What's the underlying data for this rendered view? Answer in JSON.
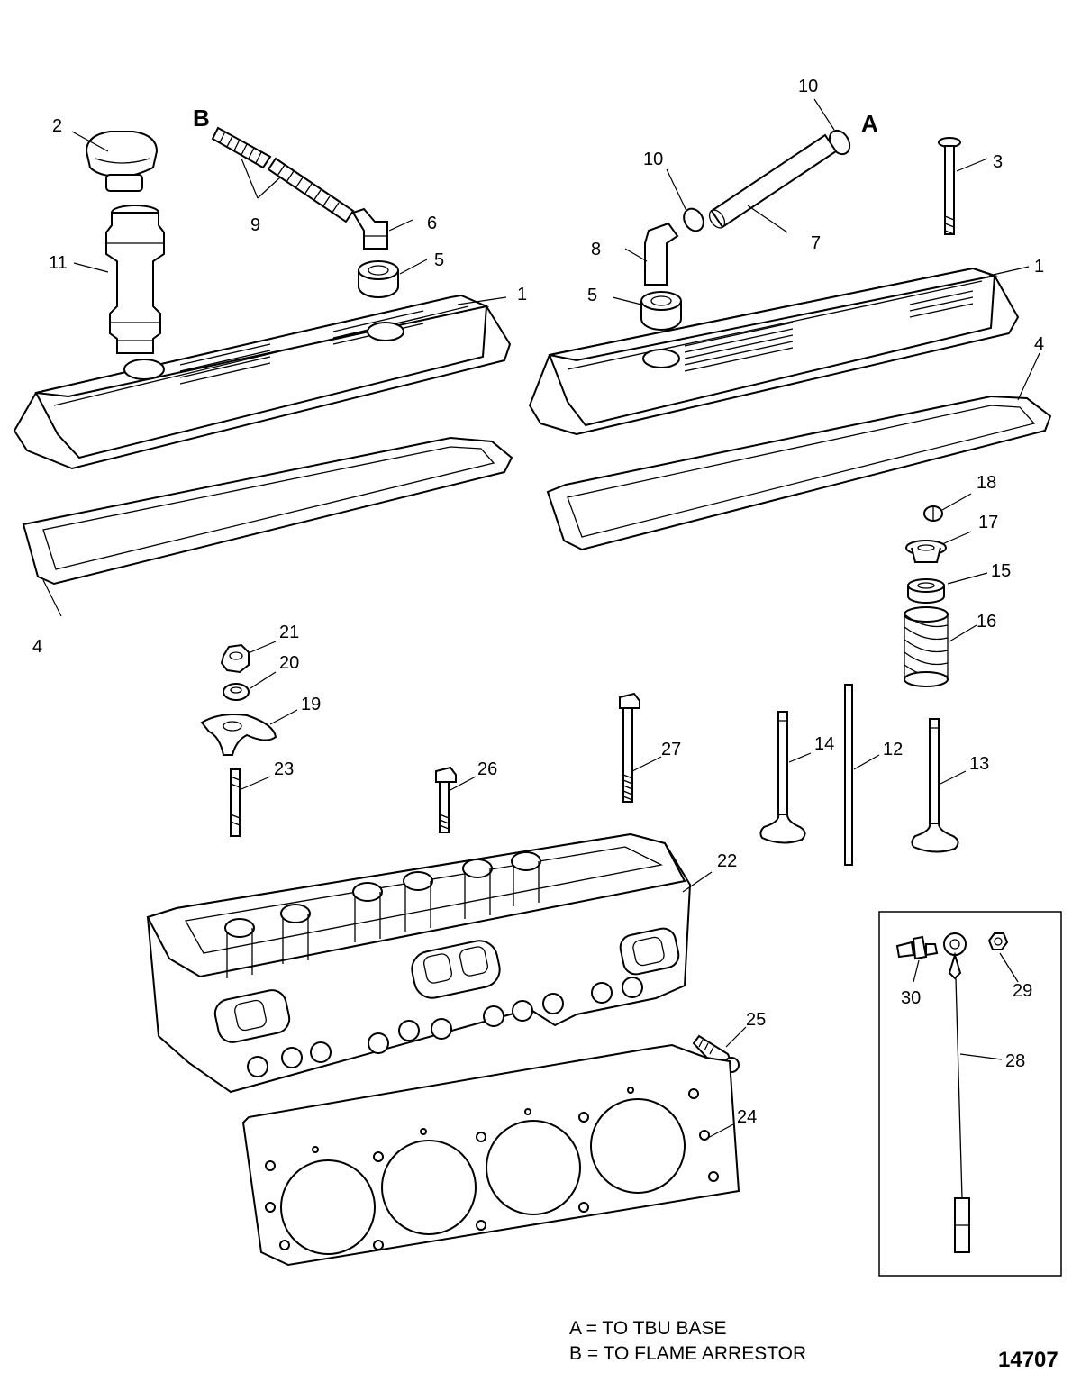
{
  "callouts": [
    {
      "label": "2"
    },
    {
      "label": "11"
    },
    {
      "label": "9"
    },
    {
      "label": "6"
    },
    {
      "label": "5"
    },
    {
      "label": "1"
    },
    {
      "label": "4"
    },
    {
      "label": "10"
    },
    {
      "label": "10"
    },
    {
      "label": "8"
    },
    {
      "label": "7"
    },
    {
      "label": "5"
    },
    {
      "label": "3"
    },
    {
      "label": "1"
    },
    {
      "label": "4"
    },
    {
      "label": "18"
    },
    {
      "label": "17"
    },
    {
      "label": "15"
    },
    {
      "label": "16"
    },
    {
      "label": "21"
    },
    {
      "label": "20"
    },
    {
      "label": "19"
    },
    {
      "label": "23"
    },
    {
      "label": "26"
    },
    {
      "label": "27"
    },
    {
      "label": "14"
    },
    {
      "label": "12"
    },
    {
      "label": "13"
    },
    {
      "label": "22"
    },
    {
      "label": "25"
    },
    {
      "label": "24"
    },
    {
      "label": "30"
    },
    {
      "label": "29"
    },
    {
      "label": "28"
    }
  ],
  "connection_letters": {
    "a": "A",
    "b": "B"
  },
  "legend": {
    "line_a": "A = TO TBU BASE",
    "line_b": "B = TO FLAME ARRESTOR"
  },
  "figure_number": "14707"
}
